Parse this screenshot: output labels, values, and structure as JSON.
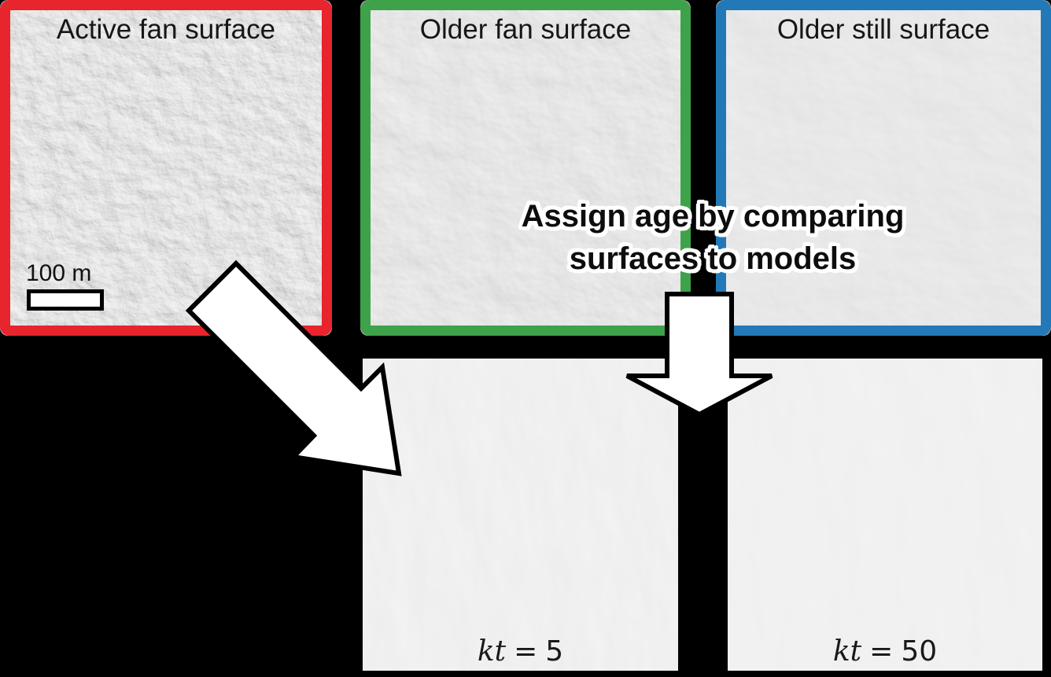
{
  "figure": {
    "background_color": "#000000",
    "top_panels": [
      {
        "id": "active-fan",
        "label": "Active fan surface",
        "border_color": "#e8242c"
      },
      {
        "id": "older-fan",
        "label": "Older fan surface",
        "border_color": "#3ea24b"
      },
      {
        "id": "older-still",
        "label": "Older still surface",
        "border_color": "#2379b7"
      }
    ],
    "scale_bar": {
      "label": "100 m"
    },
    "annotation": {
      "line1": "Assign age by comparing",
      "line2": "surfaces to models"
    },
    "arrows": [
      "arrow-down-right",
      "arrow-down"
    ],
    "model_panels": [
      {
        "id": "kt-5",
        "variable": "kt",
        "equals": "=",
        "value": "5"
      },
      {
        "id": "kt-50",
        "variable": "kt",
        "equals": "=",
        "value": "50"
      }
    ]
  }
}
